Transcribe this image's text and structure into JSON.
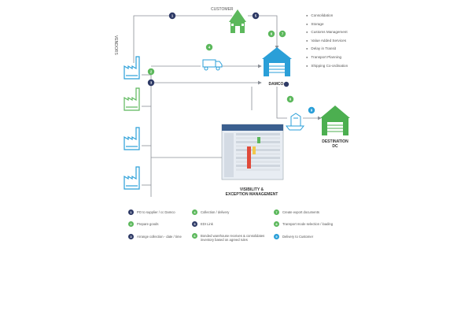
{
  "labels": {
    "customer": "CUSTOMER",
    "vendors": "VENDORS",
    "damco": "DAMCO",
    "destination_line1": "DESTINATION",
    "destination_line2": "DC",
    "visibility_line1": "VISIBILITY &",
    "visibility_line2": "EXCEPTION MANAGEMENT"
  },
  "services": [
    "Consolidation",
    "Storage",
    "Customs Management",
    "Value Added Services",
    "Delay in Transit",
    "Transport Planning",
    "Shipping Co-ordination"
  ],
  "flow_badges": [
    {
      "num": "1",
      "color": "#2e3a66"
    },
    {
      "num": "5",
      "color": "#2e3a66"
    },
    {
      "num": "4",
      "color": "#5cb85c"
    },
    {
      "num": "6",
      "color": "#5cb85c"
    },
    {
      "num": "7",
      "color": "#5cb85c"
    },
    {
      "num": "2",
      "color": "#5cb85c"
    },
    {
      "num": "3",
      "color": "#2e3a66"
    },
    {
      "num": "8",
      "color": "#5cb85c"
    },
    {
      "num": "9",
      "color": "#2a9fd8"
    }
  ],
  "legend": [
    {
      "num": "1",
      "color": "#2e3a66",
      "text": "PO to supplier / cc Damco"
    },
    {
      "num": "2",
      "color": "#5cb85c",
      "text": "Prepare goods"
    },
    {
      "num": "3",
      "color": "#2e3a66",
      "text": "Arrange collection - date / time"
    },
    {
      "num": "4",
      "color": "#5cb85c",
      "text": "Collection / delivery"
    },
    {
      "num": "5",
      "color": "#2e3a66",
      "text": "EDI Link"
    },
    {
      "num": "6",
      "color": "#5cb85c",
      "text": "Bonded warehouse receives & consolidates inventory based on agreed rules"
    },
    {
      "num": "7",
      "color": "#5cb85c",
      "text": "Create export documents"
    },
    {
      "num": "8",
      "color": "#5cb85c",
      "text": "Transport mode selection / loading"
    },
    {
      "num": "9",
      "color": "#2a9fd8",
      "text": "Delivery to Customer"
    }
  ],
  "colors": {
    "vendor_blue": "#2a9fd8",
    "vendor_green": "#5cb85c",
    "damco_blue": "#2a9fd8",
    "customer_green": "#5cb85c",
    "destination_green": "#4caf50",
    "line_gray": "#8a8f96"
  }
}
